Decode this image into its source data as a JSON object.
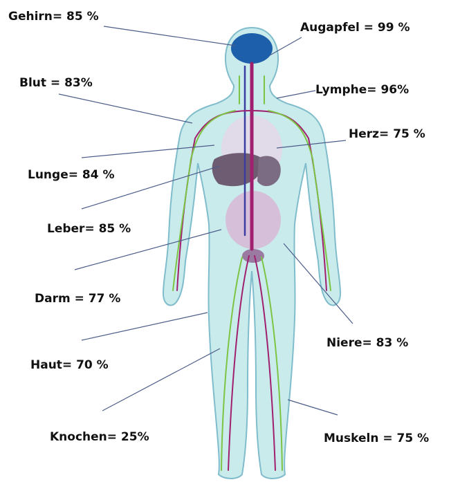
{
  "labels": {
    "gehirn": "Gehirn= 85 %",
    "augapfel": "Augapfel = 99 %",
    "blut": "Blut = 83%",
    "lymphe": "Lymphe= 96%",
    "herz": "Herz= 75 %",
    "lunge": "Lunge= 84 %",
    "leber": "Leber= 85 %",
    "darm": "Darm = 77 %",
    "niere": "Niere= 83 %",
    "haut": "Haut= 70 %",
    "knochen": "Knochen= 25%",
    "muskeln": "Muskeln = 75 %"
  },
  "colors": {
    "skin": "#c9ebeb",
    "outline": "#7fbccc",
    "brain": "#1d5faa",
    "arteries": "#a01f6e",
    "veins": "#3b3ca0",
    "lymph": "#7cc444",
    "organs": "#6e5c72",
    "leader_line": "#4d5c8a"
  }
}
